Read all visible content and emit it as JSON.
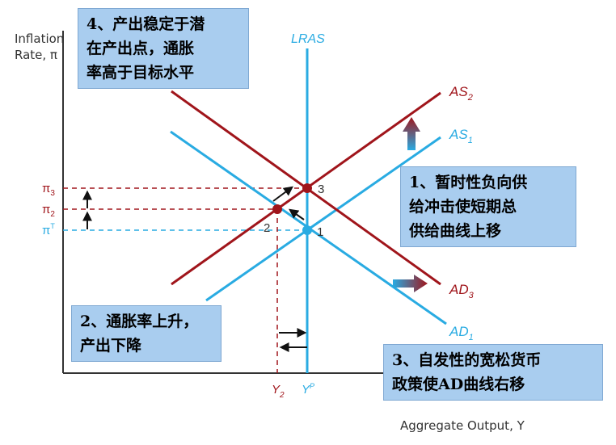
{
  "colors": {
    "blue": "#29abe2",
    "red": "#a0151b",
    "axis": "#333333",
    "callout_bg": "#a9cdef"
  },
  "axes": {
    "y_title_line1": "Inflation",
    "y_title_line2": "Rate, π",
    "x_title": "Aggregate Output, Y"
  },
  "curves": {
    "lras": "LRAS",
    "as2": {
      "main": "AS",
      "sub": "2"
    },
    "as1": {
      "main": "AS",
      "sub": "1"
    },
    "ad3": {
      "main": "AD",
      "sub": "3"
    },
    "ad1": {
      "main": "AD",
      "sub": "1"
    }
  },
  "y_ticks": {
    "pi3": {
      "main": "π",
      "sub": "3"
    },
    "pi2": {
      "main": "π",
      "sub": "2"
    },
    "piT": {
      "main": "π",
      "sup": "T"
    }
  },
  "x_ticks": {
    "y2": {
      "main": "Y",
      "sub": "2"
    },
    "yp": {
      "main": "Y",
      "sup": "P"
    }
  },
  "points": {
    "p1": "1",
    "p2": "2",
    "p3": "3"
  },
  "callouts": {
    "c4": [
      "4、产出稳定于潜",
      "在产出点，通胀",
      "率高于目标水平"
    ],
    "c1": [
      "1、暂时性负向供",
      "给冲击使短期总",
      "供给曲线上移"
    ],
    "c2": [
      "2、通胀率上升，",
      "产出下降"
    ],
    "c3": [
      "3、自发性的宽松货币",
      "政策使AD曲线右移"
    ]
  }
}
